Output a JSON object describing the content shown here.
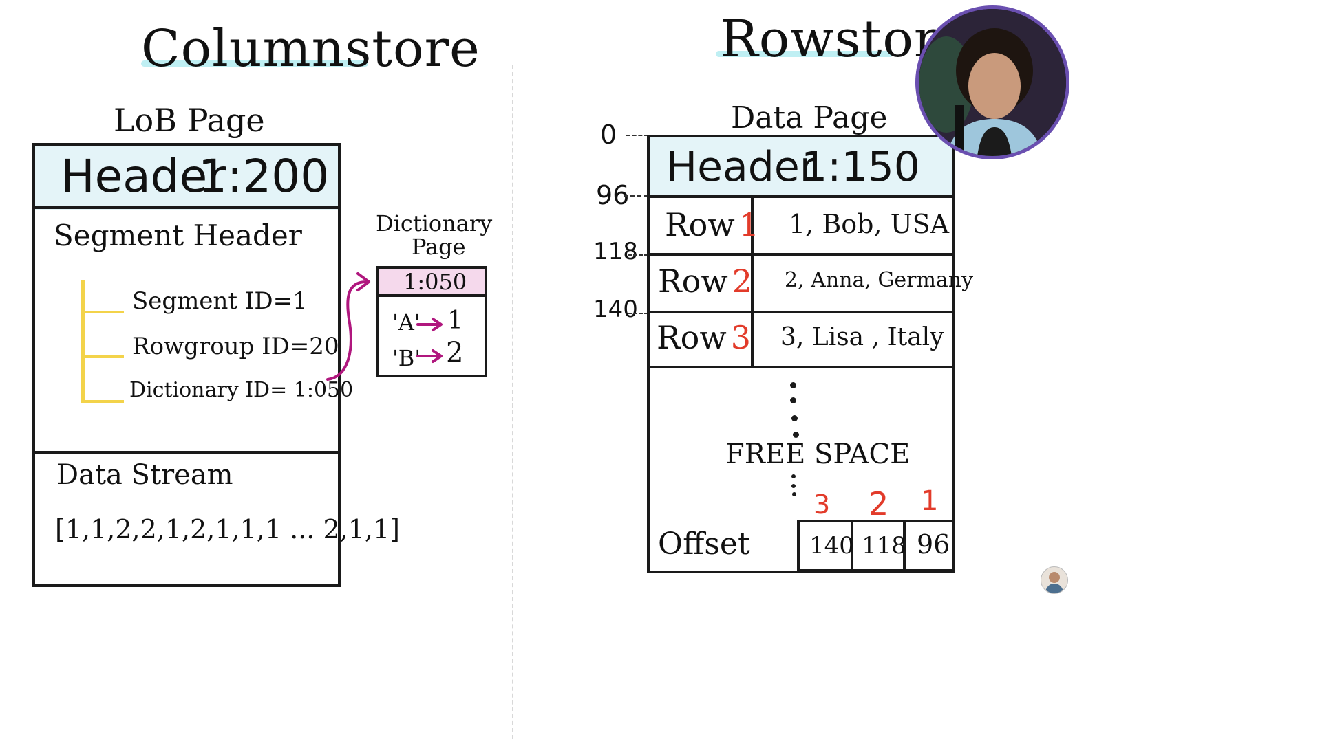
{
  "columnstore": {
    "title": "Columnstore",
    "lob_page_label": "LoB Page",
    "header_label": "Header",
    "header_page_id": "1:200",
    "segment_header_label": "Segment Header",
    "segment_items": [
      "Segment ID=1",
      "Rowgroup ID=20",
      "Dictionary ID= 1:050"
    ],
    "data_stream_label": "Data Stream",
    "data_stream_values": "[1,1,2,2,1,2,1,1,1 ... 2,1,1]"
  },
  "dictionary": {
    "label_line1": "Dictionary",
    "label_line2": "Page",
    "page_id": "1:050",
    "entries": [
      {
        "key": "'A'",
        "value": "1"
      },
      {
        "key": "'B'",
        "value": "2"
      }
    ]
  },
  "rowstore": {
    "title": "Rowstore",
    "data_page_label": "Data Page",
    "header_label": "Header",
    "header_page_id": "1:150",
    "offset_marks": [
      "0",
      "96",
      "118",
      "140"
    ],
    "rows": [
      {
        "label": "Row",
        "number": "1",
        "data": "1, Bob, USA"
      },
      {
        "label": "Row",
        "number": "2",
        "data": "2, Anna, Germany"
      },
      {
        "label": "Row",
        "number": "3",
        "data": "3, Lisa , Italy"
      }
    ],
    "free_space_label": "FREE SPACE",
    "offset_label": "Offset",
    "offset_indices": [
      "3",
      "2",
      "1"
    ],
    "offset_values": [
      "140",
      "118",
      "96"
    ]
  },
  "colors": {
    "header_fill": "#e4f4f8",
    "title_highlight": "#bfeff3",
    "dictionary_header_fill": "#f5d9ec",
    "tree_lines": "#f3d34a",
    "arrow": "#b0177e",
    "row_numbers": "#e23b2a"
  }
}
